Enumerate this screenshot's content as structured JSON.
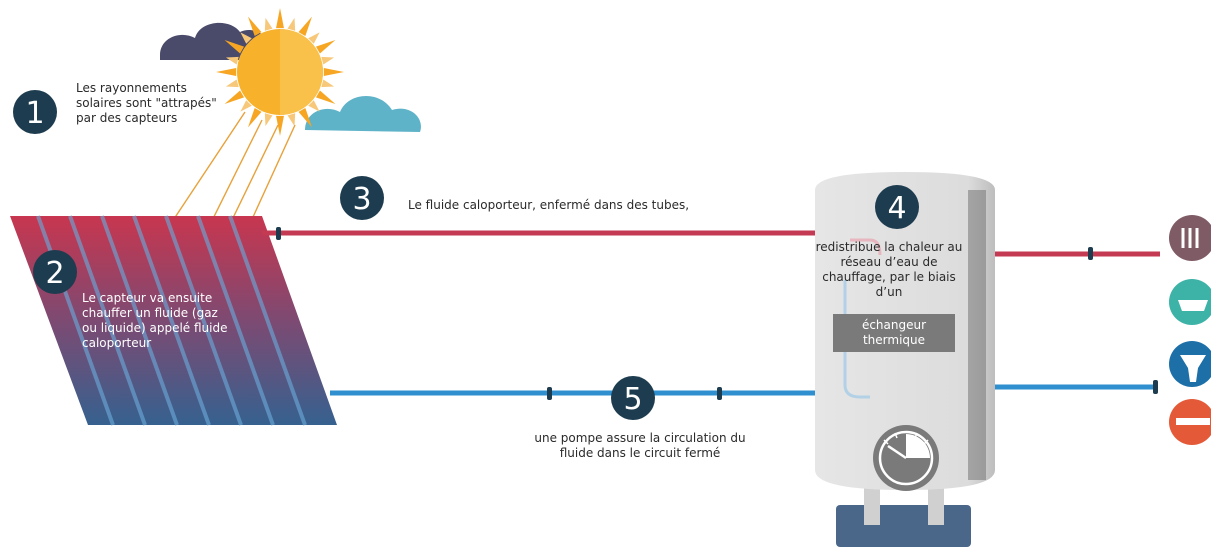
{
  "steps": [
    {
      "number": "1",
      "text": "Les rayonnements solaires sont \"attrapés\" par des capteurs"
    },
    {
      "number": "2",
      "text": "Le capteur va ensuite chauffer un fluide (gaz ou liquide) appelé fluide caloporteur"
    },
    {
      "number": "3",
      "text": "Le fluide caloporteur, enfermé dans des tubes,"
    },
    {
      "number": "4",
      "text": "redistribue la chaleur au réseau d’eau de chauffage, par le biais d’un"
    },
    {
      "number": "5",
      "text": "une pompe assure la circulation du fluide dans le circuit fermé"
    }
  ],
  "exchanger_label": "échangeur thermique",
  "icons": [
    "radiator-icon",
    "bathtub-icon",
    "sink-icon",
    "floor-heating-icon"
  ],
  "colors": {
    "badge": "#1d3c4f",
    "hot_pipe": "#c33a52",
    "cold_pipe": "#2f8fcf",
    "sun": "#f7b12b",
    "cloud_dark": "#4a4a6a",
    "cloud_light": "#5fb3c9",
    "tank": "#d8d8d8"
  }
}
